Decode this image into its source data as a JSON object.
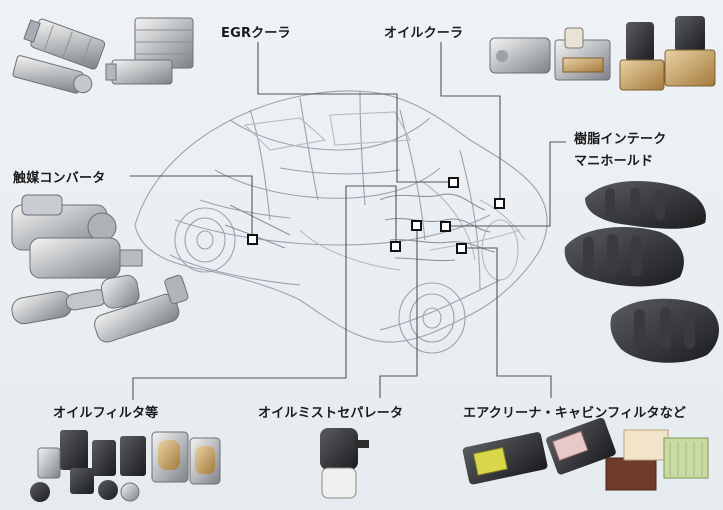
{
  "labels": {
    "egr_cooler": "EGRクーラ",
    "oil_cooler": "オイルクーラ",
    "resin_intake_manifold_line1": "樹脂インテーク",
    "resin_intake_manifold_line2": "マニホールド",
    "catalytic_converter": "触媒コンバータ",
    "oil_filter": "オイルフィルタ等",
    "oil_mist_separator": "オイルミストセパレータ",
    "air_cabin_filter": "エアクリーナ・キャビンフィルタなど"
  },
  "colors": {
    "background": "#e9eef3",
    "leader_line": "#555555",
    "car_outline": "#9aa3ad",
    "marker": "#111111"
  }
}
